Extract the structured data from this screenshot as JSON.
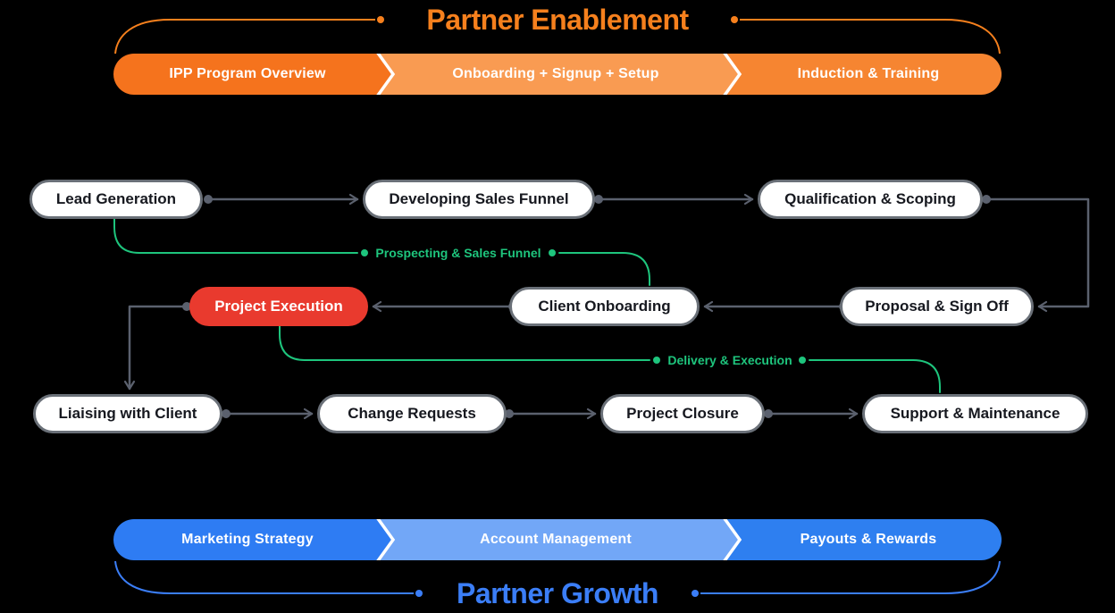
{
  "colors": {
    "background": "#000000",
    "accent_orange": "#f6801d",
    "accent_blue": "#3b7ef7",
    "green": "#1ec57d",
    "red": "#e93a2e",
    "wire": "#5b616e",
    "node_border": "#6a7078"
  },
  "enablement": {
    "title": "Partner Enablement",
    "stages": [
      {
        "label": "IPP Program Overview",
        "color": "#f5731d"
      },
      {
        "label": "Onboarding + Signup + Setup",
        "color": "#f99b52"
      },
      {
        "label": "Induction & Training",
        "color": "#f68531"
      }
    ]
  },
  "growth": {
    "title": "Partner Growth",
    "stages": [
      {
        "label": "Marketing Strategy",
        "color": "#2e7cf3"
      },
      {
        "label": "Account Management",
        "color": "#72a7f7"
      },
      {
        "label": "Payouts & Rewards",
        "color": "#2e7ff0"
      }
    ]
  },
  "flow": {
    "nodes": [
      {
        "id": "lead-generation",
        "label": "Lead Generation",
        "type": "default"
      },
      {
        "id": "developing-sales-funnel",
        "label": "Developing Sales Funnel",
        "type": "default"
      },
      {
        "id": "qualification-scoping",
        "label": "Qualification & Scoping",
        "type": "default"
      },
      {
        "id": "project-execution",
        "label": "Project Execution",
        "type": "highlight"
      },
      {
        "id": "client-onboarding",
        "label": "Client Onboarding",
        "type": "default"
      },
      {
        "id": "proposal-sign-off",
        "label": "Proposal & Sign Off",
        "type": "default"
      },
      {
        "id": "liaising-with-client",
        "label": "Liaising with Client",
        "type": "default"
      },
      {
        "id": "change-requests",
        "label": "Change Requests",
        "type": "default"
      },
      {
        "id": "project-closure",
        "label": "Project Closure",
        "type": "default"
      },
      {
        "id": "support-maintenance",
        "label": "Support & Maintenance",
        "type": "default"
      }
    ],
    "phase_labels": [
      {
        "label": "Prospecting & Sales Funnel"
      },
      {
        "label": "Delivery & Execution"
      }
    ]
  }
}
